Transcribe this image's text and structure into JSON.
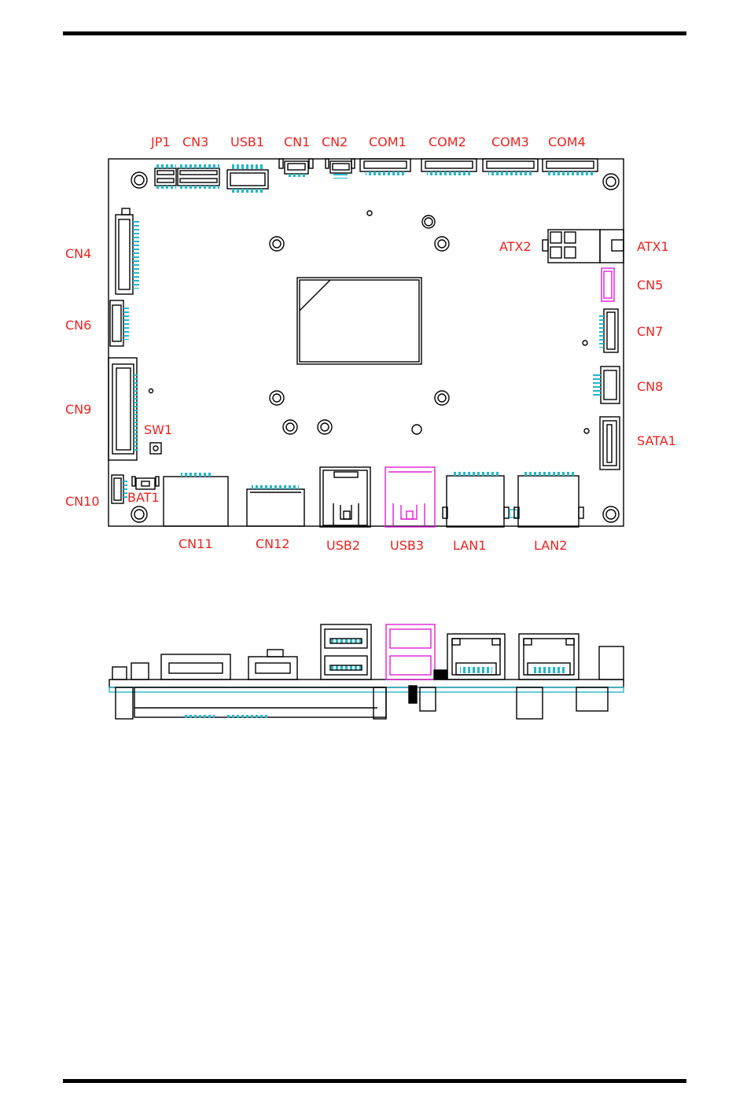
{
  "labels": {
    "jp1": "JP1",
    "cn3": "CN3",
    "usb1": "USB1",
    "cn1": "CN1",
    "cn2": "CN2",
    "com1": "COM1",
    "com2": "COM2",
    "com3": "COM3",
    "com4": "COM4",
    "cn4": "CN4",
    "cn6": "CN6",
    "cn9": "CN9",
    "sw1": "SW1",
    "cn10": "CN10",
    "bat1": "BAT1",
    "cn11": "CN11",
    "cn12": "CN12",
    "usb2": "USB2",
    "usb3": "USB3",
    "lan1": "LAN1",
    "lan2": "LAN2",
    "atx2": "ATX2",
    "atx1": "ATX1",
    "cn5": "CN5",
    "cn7": "CN7",
    "cn8": "CN8",
    "sata1": "SATA1"
  },
  "colors": {
    "label": "#e8231f",
    "outline": "#000000",
    "pin": "#22b8c8",
    "highlight": "#e020d8"
  }
}
